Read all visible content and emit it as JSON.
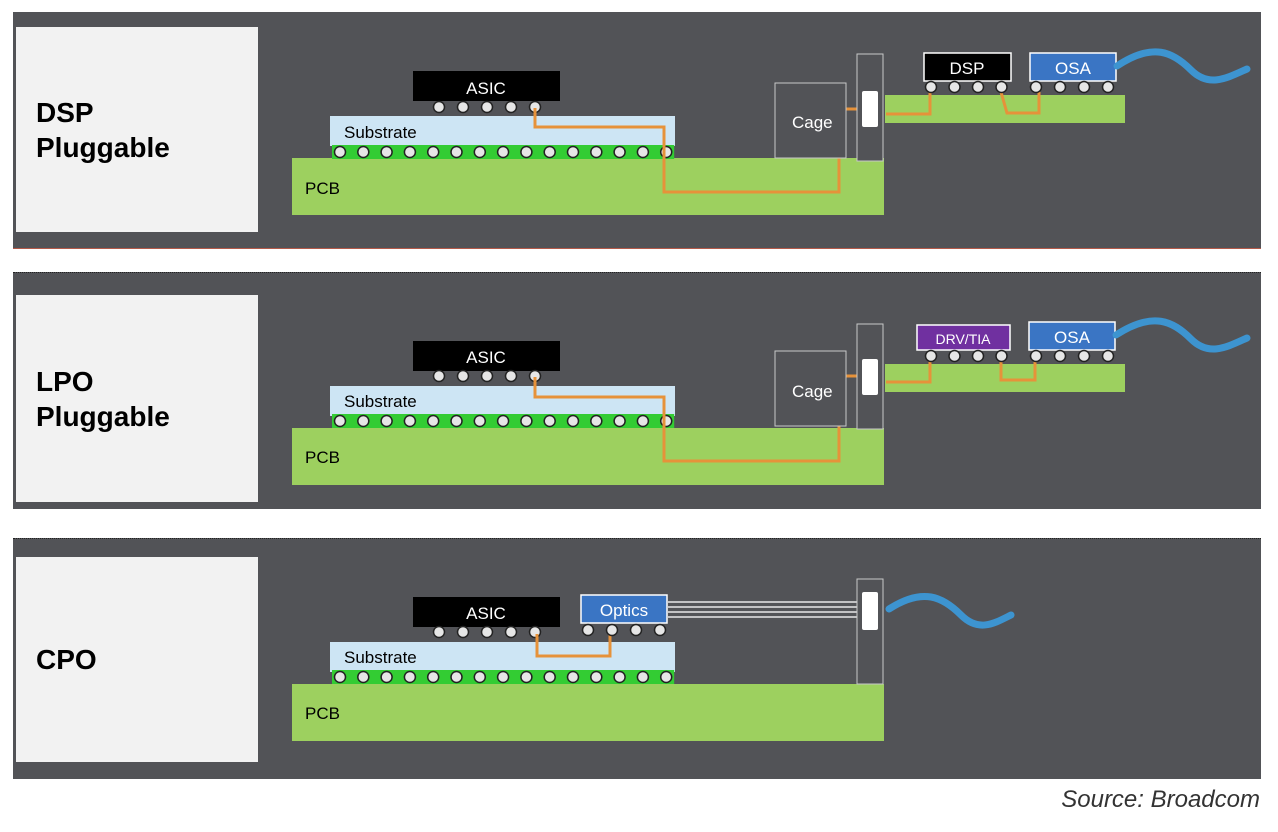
{
  "panels": [
    {
      "id": "dsp",
      "title": "DSP\nPluggable",
      "labels": {
        "asic": "ASIC",
        "substrate": "Substrate",
        "pcb": "PCB",
        "cage": "Cage",
        "chip1": "DSP",
        "chip2": "OSA"
      }
    },
    {
      "id": "lpo",
      "title": "LPO\nPluggable",
      "labels": {
        "asic": "ASIC",
        "substrate": "Substrate",
        "pcb": "PCB",
        "cage": "Cage",
        "chip1": "DRV/TIA",
        "chip2": "OSA"
      }
    },
    {
      "id": "cpo",
      "title": "CPO",
      "labels": {
        "asic": "ASIC",
        "substrate": "Substrate",
        "pcb": "PCB",
        "optics": "Optics"
      }
    }
  ],
  "source": "Source: Broadcom",
  "colors": {
    "background": "#525357",
    "pcb": "#9dd05f",
    "substrate": "#cde5f4",
    "asic": "#000000",
    "dsp": "#000000",
    "drv_tia": "#7030a0",
    "osa": "#3a75c4",
    "optics": "#3a75c4",
    "trace": "#e6923a",
    "fiber": "#3d94d0",
    "bump_green": "#33cc33"
  }
}
